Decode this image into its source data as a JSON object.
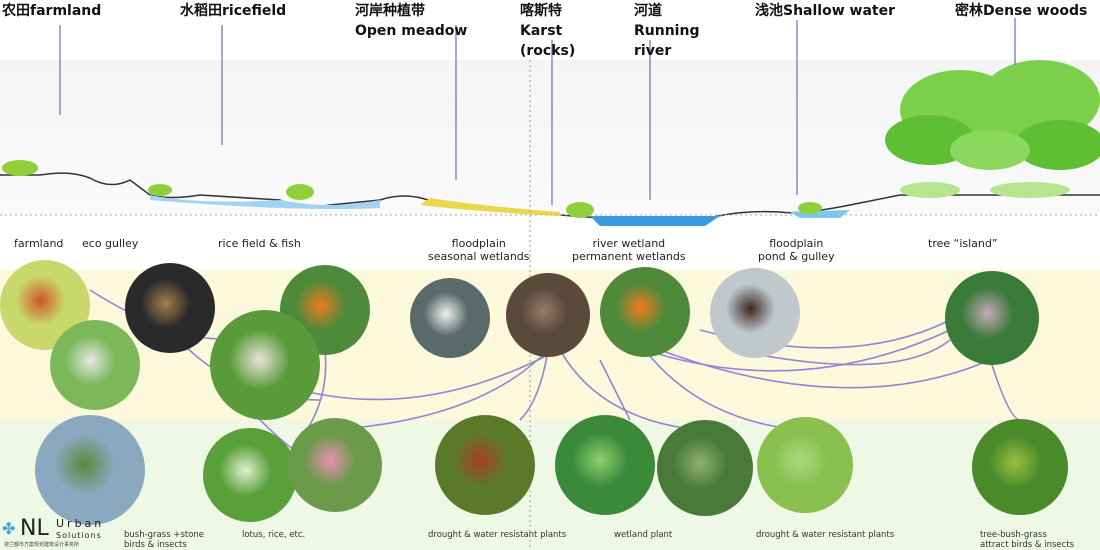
{
  "zones": [
    {
      "cn": "农田",
      "en": "farmland"
    },
    {
      "cn": "水稻田",
      "en": "ricefield"
    },
    {
      "cn": "河岸种植带",
      "en": "Open meadow"
    },
    {
      "cn": "喀斯特",
      "en": "Karst",
      "en2": "(rocks)"
    },
    {
      "cn": "河道",
      "en": "Running",
      "en2": "river"
    },
    {
      "cn": "浅池",
      "en": "Shallow water"
    },
    {
      "cn": "密林",
      "en": "Dense woods"
    }
  ],
  "sections": [
    {
      "l1": "farmland"
    },
    {
      "l1": "eco gulley"
    },
    {
      "l1": "rice field & fish"
    },
    {
      "l1": "floodplain",
      "l2": "seasonal wetlands"
    },
    {
      "l1": "river wetland",
      "l2": "permanent wetlands"
    },
    {
      "l1": "floodplain",
      "l2": "pond & gulley"
    },
    {
      "l1": "tree “island”"
    }
  ],
  "flora_captions": [
    {
      "l1": "bush-grass +stone",
      "l2": "birds & insects"
    },
    {
      "l1": "lotus, rice, etc."
    },
    {
      "l1": "drought & water resistant plants"
    },
    {
      "l1": "wetland plant"
    },
    {
      "l1": "drought & water resistant plants"
    },
    {
      "l1": "tree-bush-grass",
      "l2": "attract birds & insects"
    }
  ],
  "logo": {
    "brand": "NL",
    "line1": "Urban",
    "line2": "Solutions",
    "sub": "荷兰都市方案规划建筑设计事务所"
  },
  "colors": {
    "fauna_band": "#fbf8dc",
    "flora_band": "#eef8e4",
    "link": "#8f86d6",
    "water": "#3a9be0"
  }
}
